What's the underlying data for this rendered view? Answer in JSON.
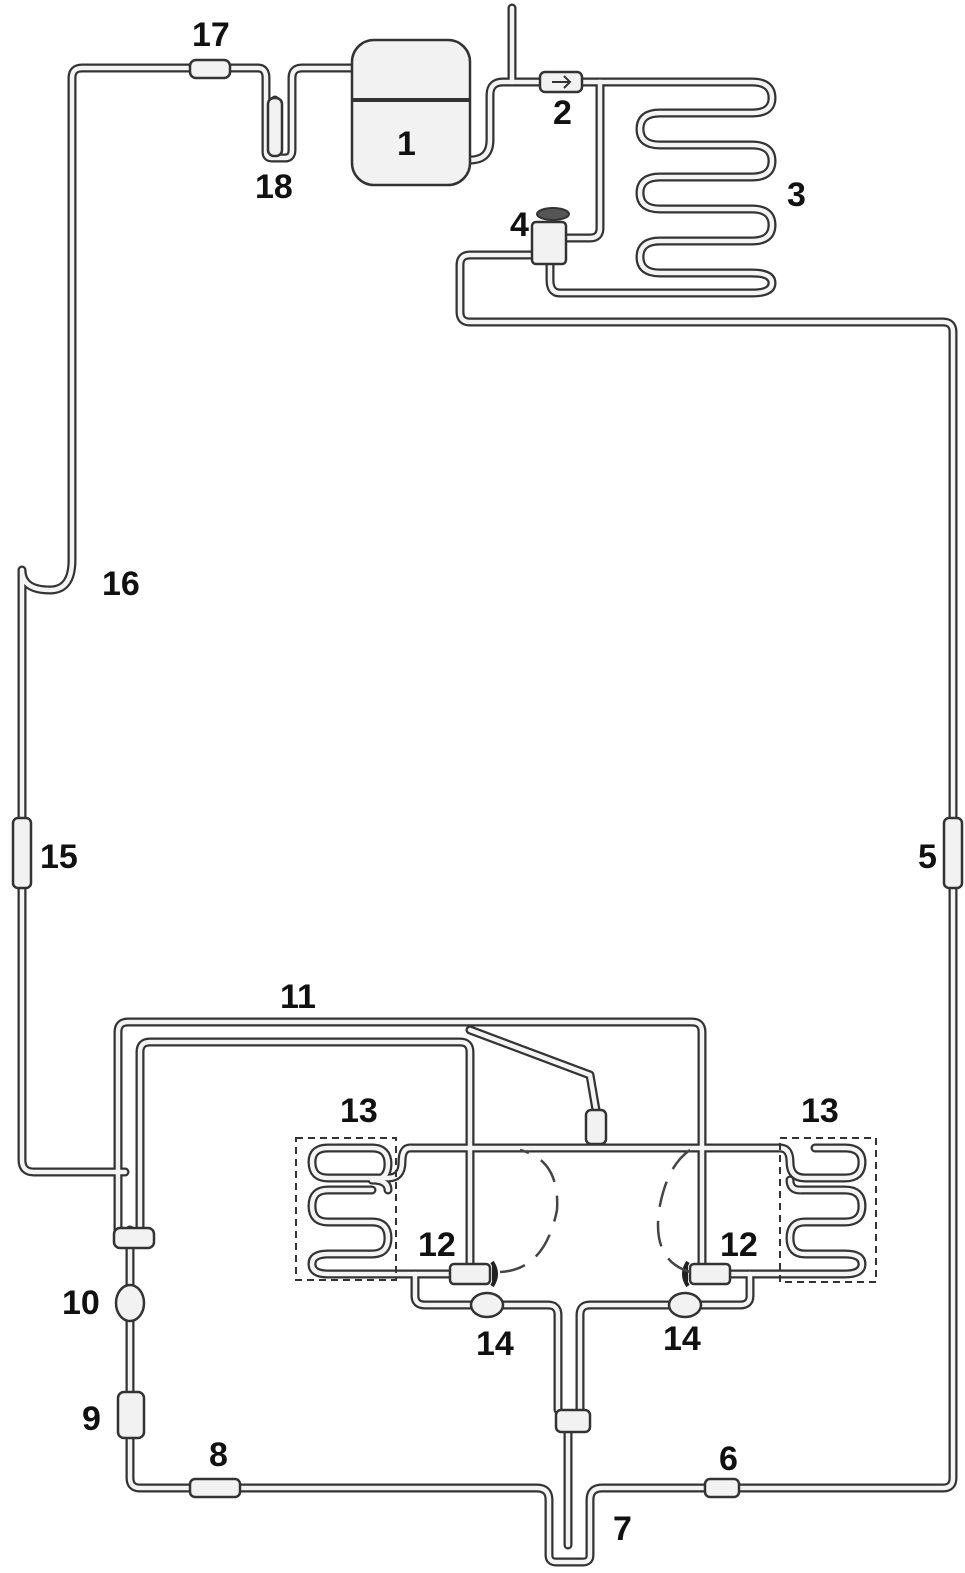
{
  "labels": {
    "l1": "1",
    "l2": "2",
    "l3": "3",
    "l4": "4",
    "l5": "5",
    "l6": "6",
    "l7": "7",
    "l8": "8",
    "l9": "9",
    "l10": "10",
    "l11": "11",
    "l12a": "12",
    "l12b": "12",
    "l13a": "13",
    "l13b": "13",
    "l14a": "14",
    "l14b": "14",
    "l15": "15",
    "l16": "16",
    "l17": "17",
    "l18": "18"
  },
  "colors": {
    "line": "#333333",
    "pipe_fill": "#f4f4f4",
    "label": "#111111"
  }
}
